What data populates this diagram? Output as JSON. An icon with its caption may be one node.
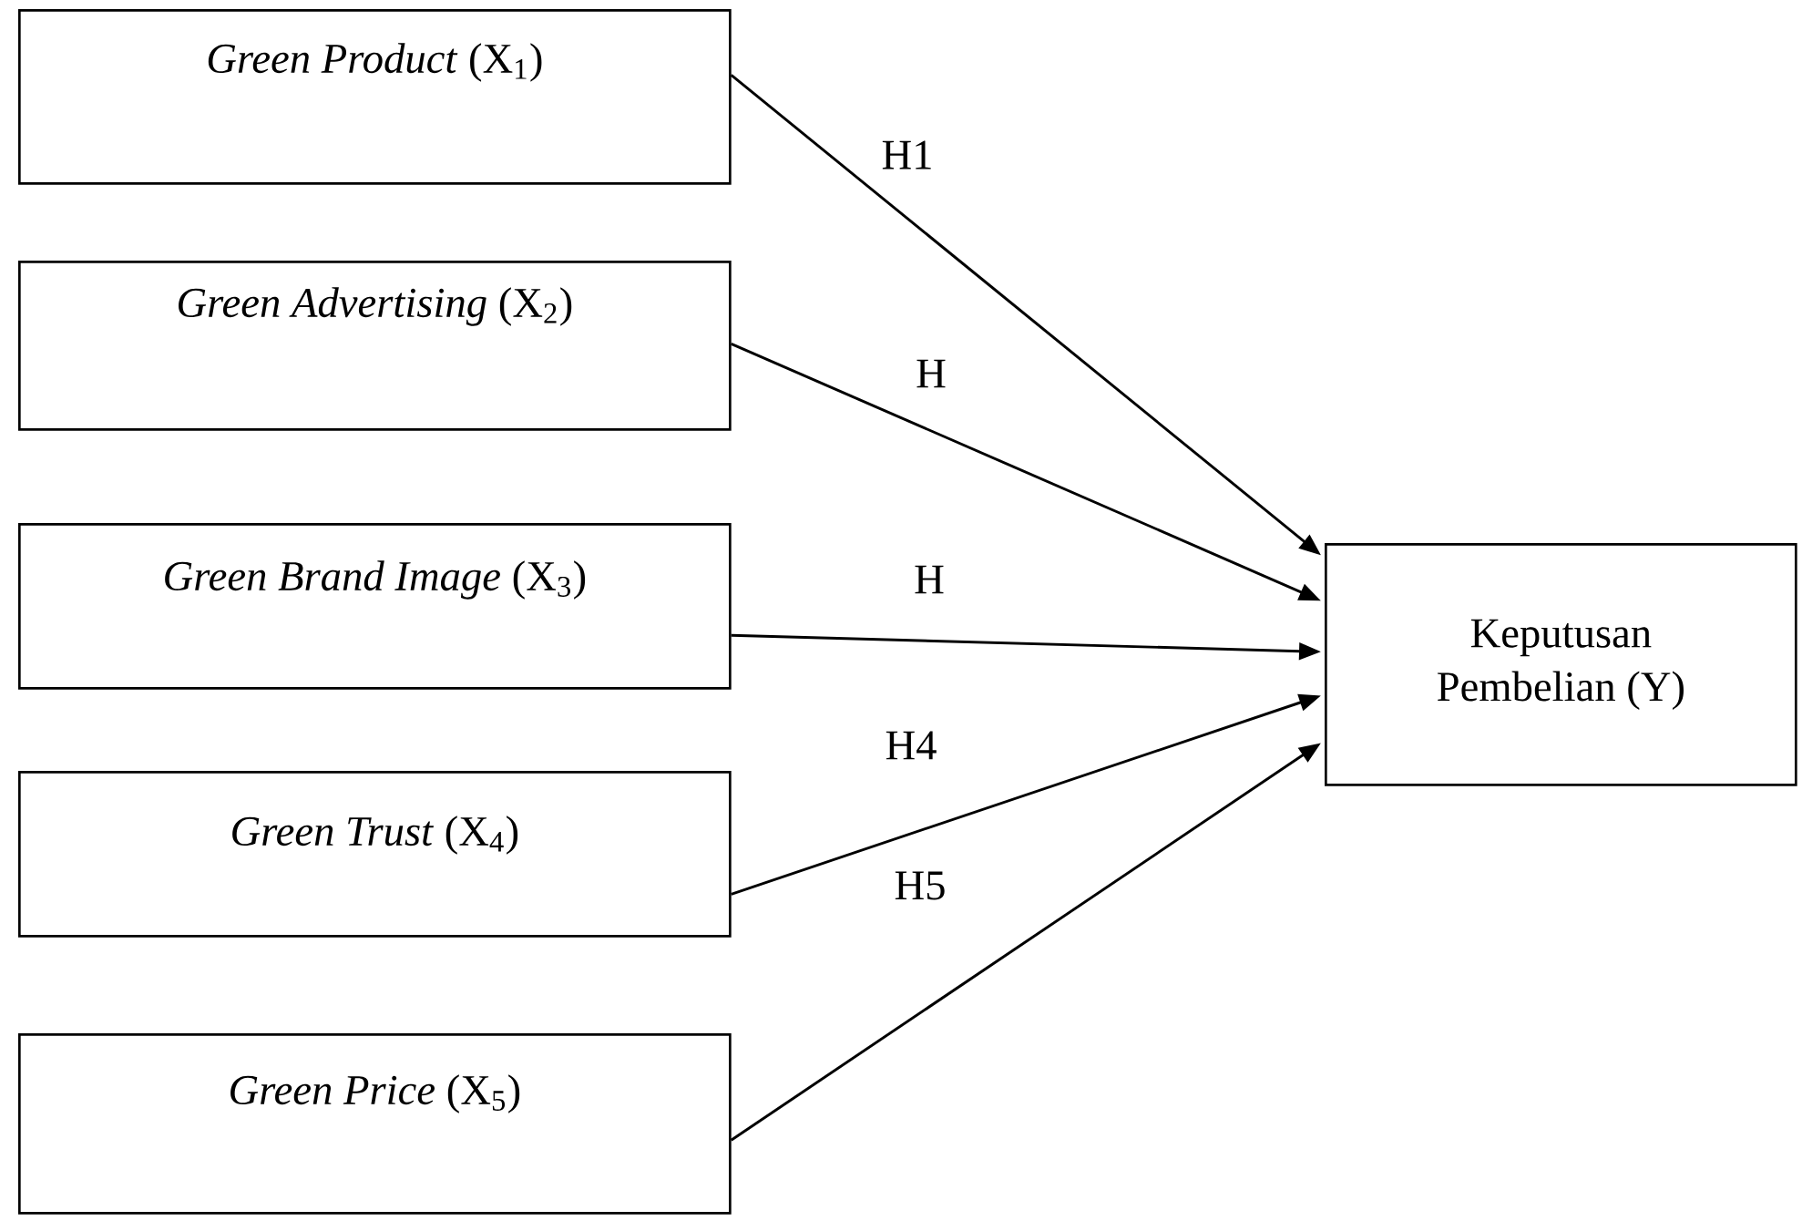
{
  "diagram": {
    "nodes": [
      {
        "text": [
          "*Green Product* (X$_{1}$)"
        ]
      },
      {
        "text": [
          "*Green Advertising* (X$_{2}$)"
        ]
      },
      {
        "text": [
          "*Green Brand Image* (X$_{3}$)"
        ]
      },
      {
        "text": [
          "*Green Trust* (X$_{4}$)"
        ]
      },
      {
        "text": [
          "*Green Price* (X$_{5}$)"
        ]
      },
      {
        "text": [
          "Keputusan Pembelian (Y)"
        ]
      }
    ],
    "edges": [
      {
        "from": 0,
        "to": 5,
        "arrow": "to",
        "label": "H1"
      },
      {
        "from": 1,
        "to": 5,
        "arrow": "to",
        "label": "H"
      },
      {
        "from": 2,
        "to": 5,
        "arrow": "to",
        "label": "H"
      },
      {
        "from": 3,
        "to": 5,
        "arrow": "to",
        "label": "H4"
      },
      {
        "from": 4,
        "to": 5,
        "arrow": "to",
        "label": "H5"
      }
    ]
  }
}
